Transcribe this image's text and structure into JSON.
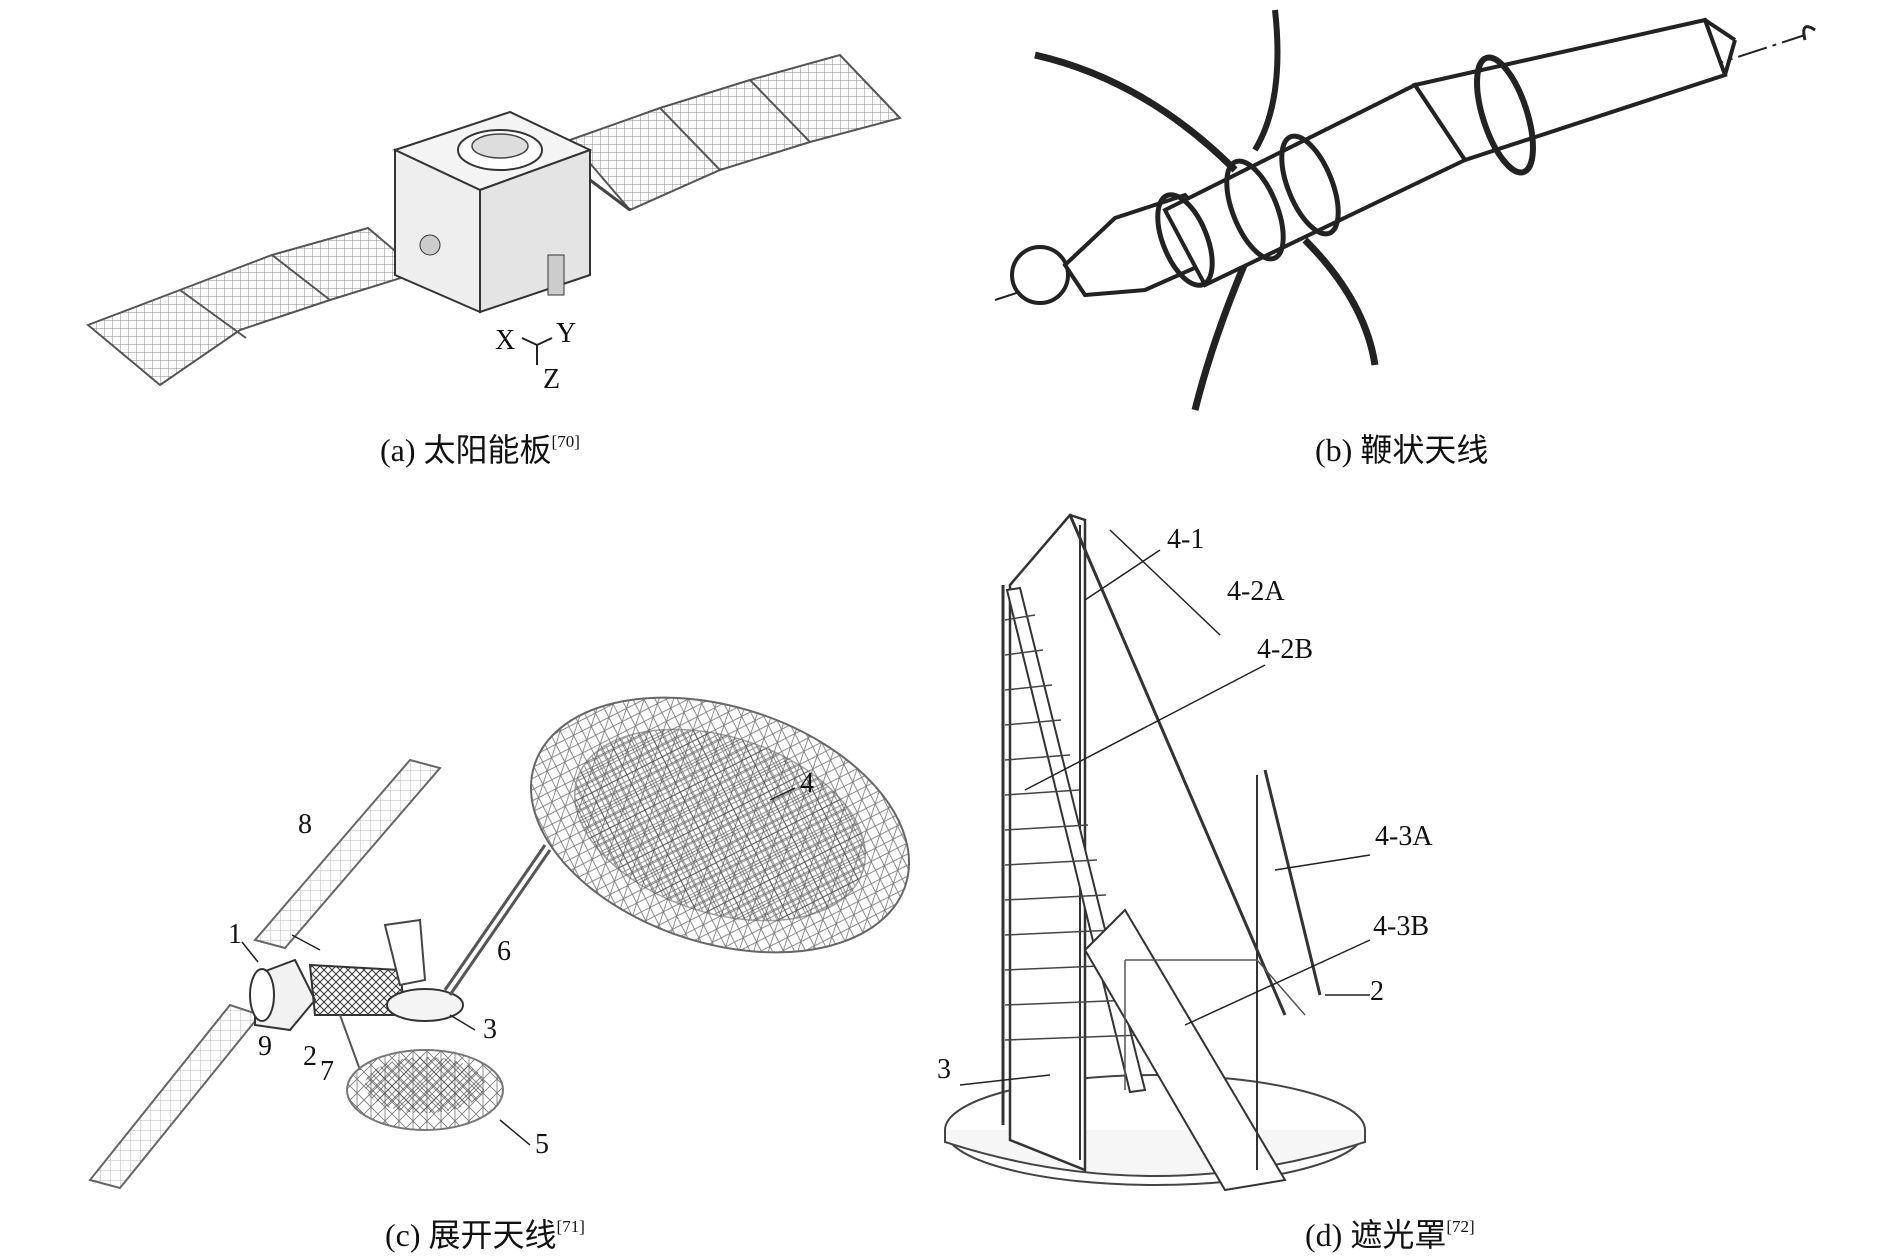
{
  "figure": {
    "panels": [
      {
        "id": "a",
        "caption": {
          "prefix": "(a)",
          "text": "太阳能板",
          "ref": "[70]"
        },
        "axis_labels": [
          "X",
          "Y",
          "Z"
        ]
      },
      {
        "id": "b",
        "caption": {
          "prefix": "(b)",
          "text": "鞭状天线",
          "ref": ""
        }
      },
      {
        "id": "c",
        "caption": {
          "prefix": "(c)",
          "text": "展开天线",
          "ref": "[71]"
        },
        "part_labels": [
          "1",
          "2",
          "3",
          "4",
          "5",
          "6",
          "7",
          "8",
          "9"
        ]
      },
      {
        "id": "d",
        "caption": {
          "prefix": "(d)",
          "text": "遮光罩",
          "ref": "[72]"
        },
        "part_labels": [
          "4-1",
          "4-2A",
          "4-2B",
          "4-3A",
          "4-3B",
          "2",
          "3"
        ]
      }
    ]
  }
}
